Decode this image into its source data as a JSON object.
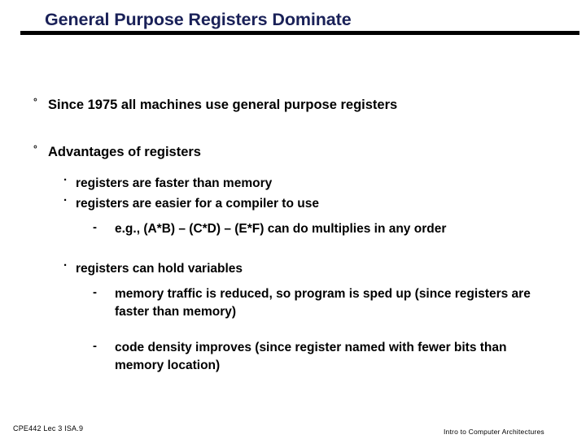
{
  "slide": {
    "title": "General Purpose Registers Dominate",
    "title_color": "#1a2158",
    "rule_color": "#000000",
    "background": "#ffffff",
    "body_color": "#000000"
  },
  "bullets": {
    "marks": {
      "level1": "°",
      "level2": "·",
      "level3": "-"
    },
    "items": [
      {
        "level": 1,
        "text": "Since 1975 all machines use general purpose registers"
      },
      {
        "level": 1,
        "text": "Advantages of registers"
      },
      {
        "level": 2,
        "text": "registers are faster than memory"
      },
      {
        "level": 2,
        "text": "registers are easier for a compiler to use"
      },
      {
        "level": 3,
        "text": "e.g., (A*B) – (C*D) – (E*F) can do multiplies in any order"
      },
      {
        "level": 2,
        "text": "registers can hold variables"
      },
      {
        "level": 3,
        "text": "memory traffic is reduced, so program is sped up (since registers are faster than memory)"
      },
      {
        "level": 3,
        "text": "code density improves (since register named with fewer bits than memory location)"
      }
    ]
  },
  "footer": {
    "left": "CPE442  Lec 3 ISA.9",
    "right": "Intro to Computer Architectures"
  }
}
